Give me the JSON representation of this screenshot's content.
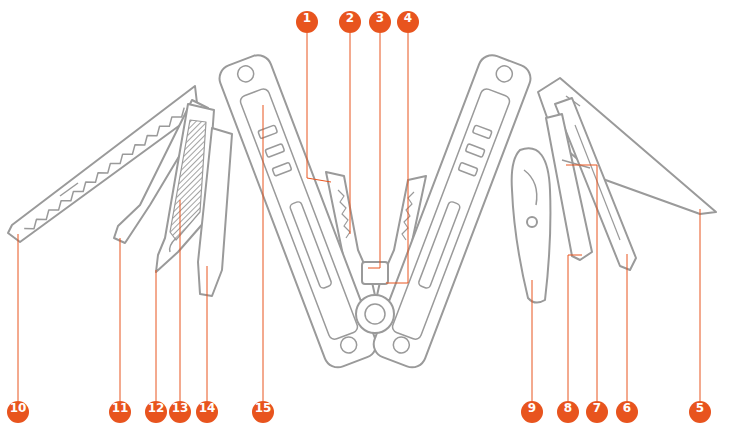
{
  "diagram": {
    "labels": [
      "1",
      "2",
      "3",
      "4",
      "10",
      "11",
      "12",
      "13",
      "14",
      "15",
      "9",
      "8",
      "7",
      "6",
      "5"
    ]
  }
}
